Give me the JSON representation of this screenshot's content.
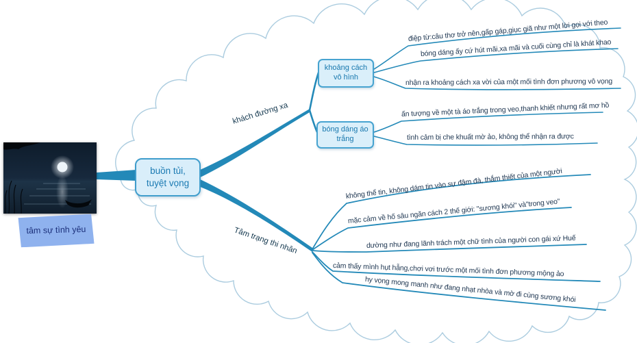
{
  "image_caption": "tâm sự tình yêu",
  "central": {
    "label": "buồn tủi, tuyệt vọng"
  },
  "branches": [
    {
      "label": "khách đường xa",
      "children": [
        {
          "label": "khoảng cách vô hình",
          "leaves": [
            "điệp từ:câu thơ trở nên,gấp gáp,giục giã như một lời gọi với theo",
            "bóng dáng ấy cứ hút mãi,xa mãi và cuối cùng chỉ là khát khao",
            "nhận ra khoảng cách xa vời của một mối tình đơn phương vô vọng"
          ]
        },
        {
          "label": "bóng dáng áo trắng",
          "leaves": [
            "ấn tượng về một tà áo trắng trong veo,thanh khiết nhưng rất mơ hồ",
            "tình cảm bị che khuất mờ ảo, không thể nhận ra được"
          ]
        }
      ]
    },
    {
      "label": "Tâm trạng thi nhân",
      "leaves": [
        "không thể tin, không dám tin vào sự đậm đà, thắm thiết của một người",
        "mặc cảm về hố sâu ngăn cách 2 thế giới: \"sương khói\" và\"trong veo\"",
        "dường như đang lãnh trách một chữ tình của người con gái xứ Huế",
        "cảm thấy mình hụt hẫng,chơi vơi trước một mối tình đơn phương mộng ảo",
        "hy vọng mong manh như đang nhạt nhòa và mờ đi cùng sương khói"
      ]
    }
  ],
  "colors": {
    "branch": "#2389b8",
    "cloud_stroke": "#abccdf",
    "box_fill": "#daeffa",
    "box_border": "#46a3d0",
    "box_text": "#1878ae",
    "leaf_text": "#1d3550",
    "caption_fill": "#8fb2ee"
  }
}
